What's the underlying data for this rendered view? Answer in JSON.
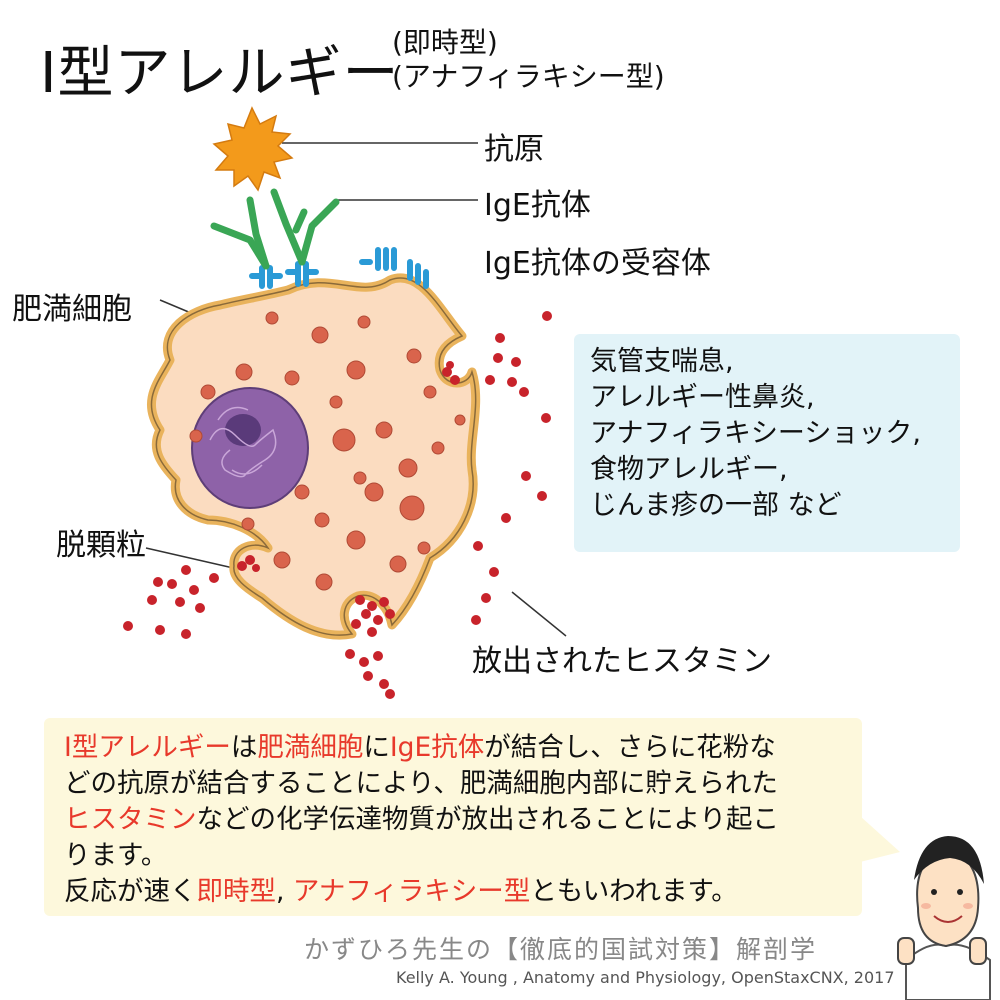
{
  "title": "I型アレルギー",
  "subtitle": [
    "(即時型)",
    "(アナフィラキシー型)"
  ],
  "labels": {
    "antigen": "抗原",
    "ige_antibody": "IgE抗体",
    "ige_receptor": "IgE抗体の受容体",
    "mast_cell": "肥満細胞",
    "degranulation": "脱顆粒",
    "released_histamine": "放出されたヒスタミン"
  },
  "examples": [
    "気管支喘息,",
    "アレルギー性鼻炎,",
    "アナフィラキシーショック,",
    "食物アレルギー,",
    "じんま疹の一部 など"
  ],
  "explanation": {
    "line1": [
      "I型アレルギー",
      "は",
      "肥満細胞",
      "に",
      "IgE抗体",
      "が結合し、さらに花粉な"
    ],
    "line2": "どの抗原が結合することにより、肥満細胞内部に貯えられた",
    "line3": [
      "ヒスタミン",
      "などの化学伝達物質が放出されることにより起こ"
    ],
    "line4": "ります。",
    "line5": [
      "反応が速く",
      "即時型",
      ", ",
      "アナフィラキシー型",
      "ともいわれます。"
    ]
  },
  "footer": {
    "brand": "かずひろ先生の【徹底的国試対策】解剖学",
    "credit": "Kelly A. Young , Anatomy and Physiology, OpenStaxCNX, 2017"
  },
  "colors": {
    "highlight": "#e8392b",
    "info_box_bg": "#e2f3f8",
    "explain_box_bg": "#fdf8dc",
    "cell_fill": "#fbdcc0",
    "cell_outline": "#e9b35c",
    "nucleus": "#8e62a8",
    "granule": "#d9644c",
    "histamine": "#c8232b",
    "antibody": "#3aa655",
    "receptor": "#2a9ad6",
    "antigen": "#f39a1b"
  }
}
